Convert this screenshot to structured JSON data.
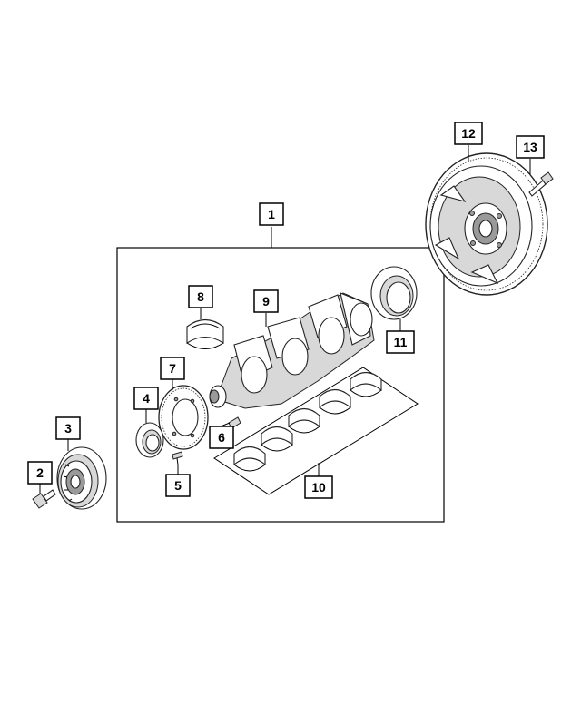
{
  "callouts": {
    "c1": "1",
    "c2": "2",
    "c3": "3",
    "c4": "4",
    "c5": "5",
    "c6": "6",
    "c7": "7",
    "c8": "8",
    "c9": "9",
    "c10": "10",
    "c11": "11",
    "c12": "12",
    "c13": "13"
  },
  "colors": {
    "line": "#000000",
    "shade": "#d8d8d8",
    "dark": "#9a9a9a"
  }
}
